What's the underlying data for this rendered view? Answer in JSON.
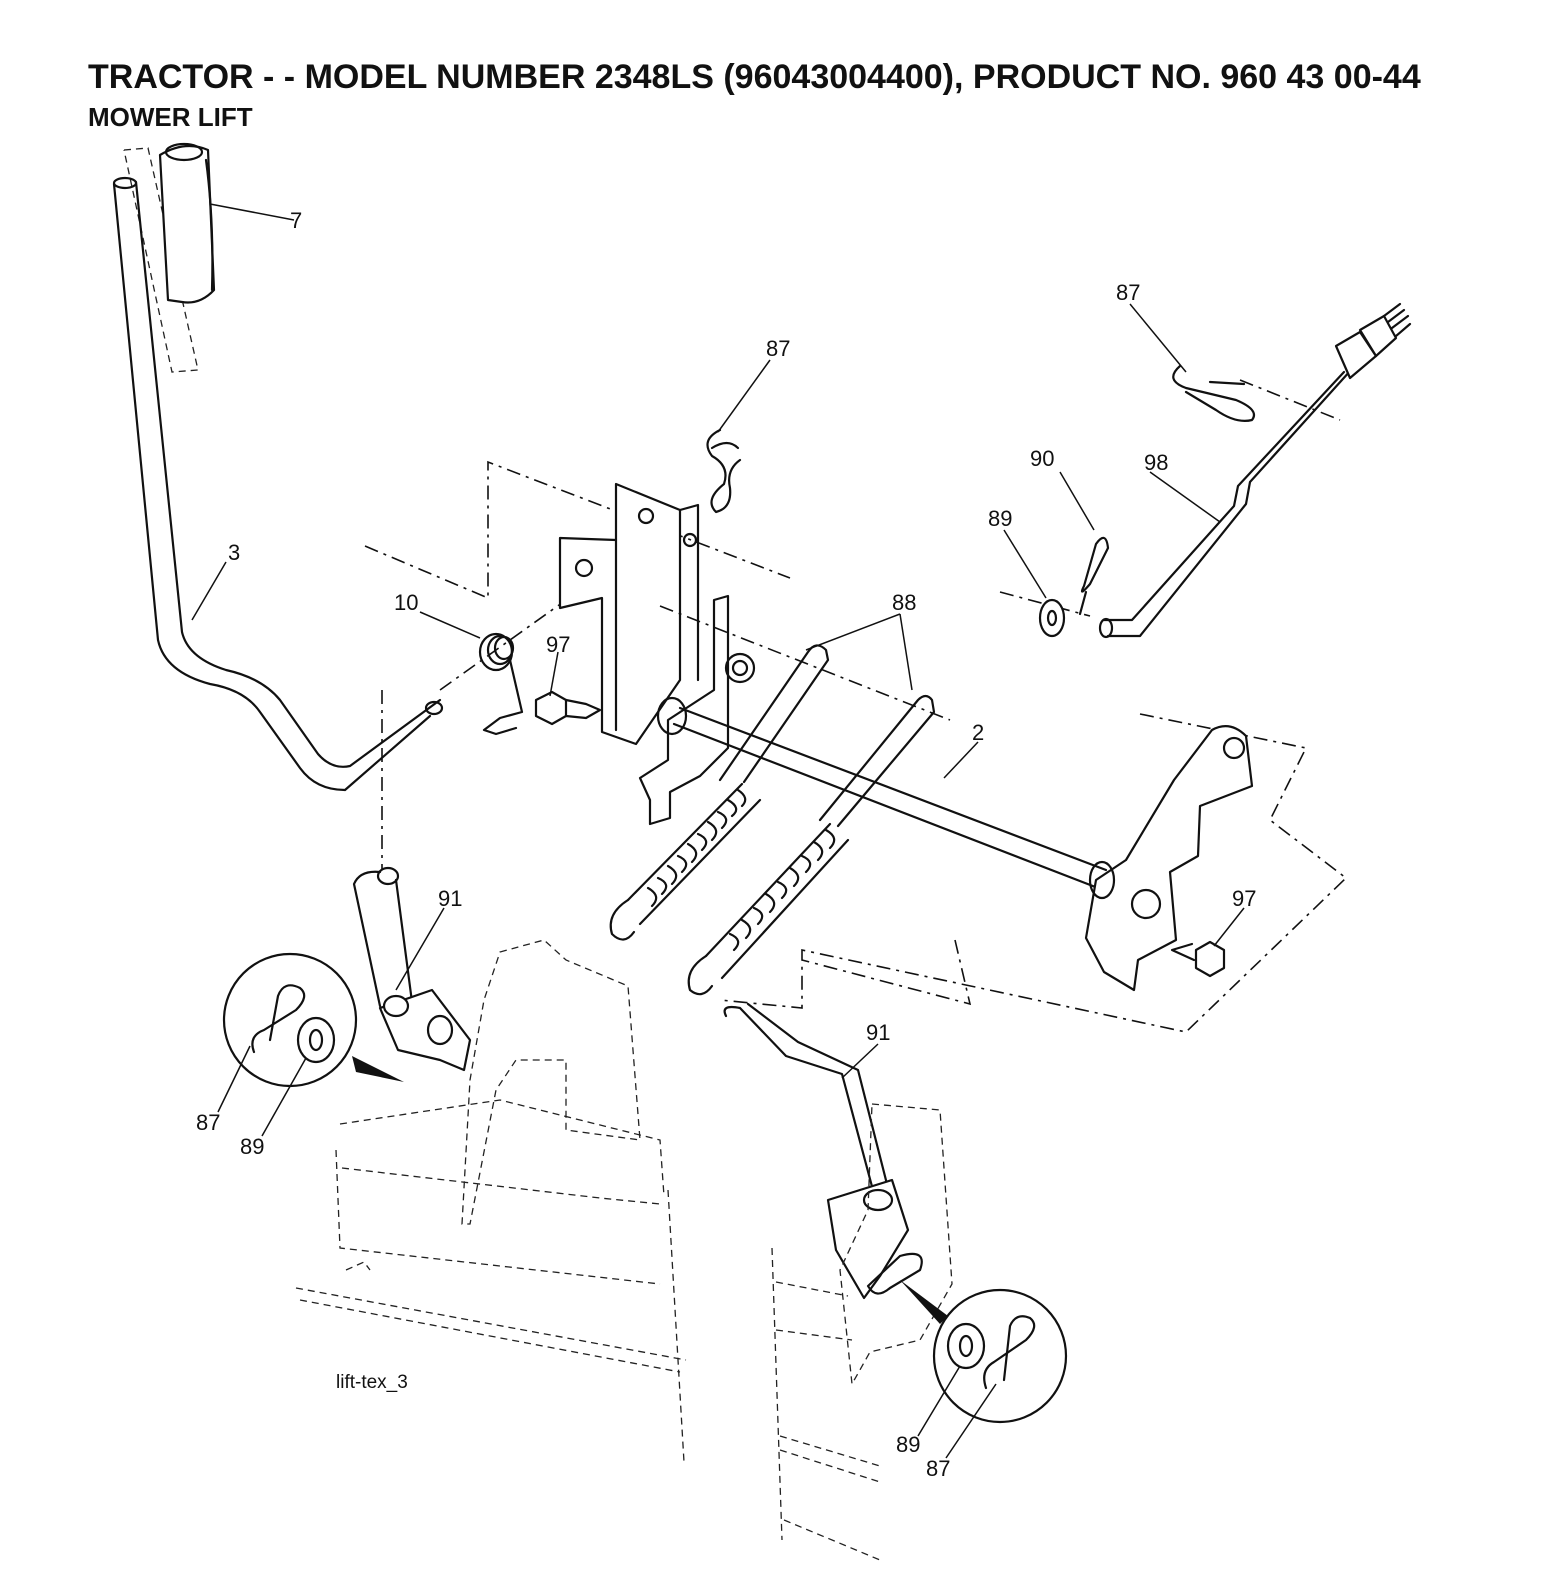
{
  "header": {
    "title": "TRACTOR - - MODEL NUMBER 2348LS (96043004400), PRODUCT NO. 960 43 00-44",
    "subtitle": "MOWER LIFT"
  },
  "callouts": {
    "c7": "7",
    "c3": "3",
    "c10": "10",
    "c97a": "97",
    "c87_top": "87",
    "c88": "88",
    "c2": "2",
    "c87_tr": "87",
    "c90": "90",
    "c98": "98",
    "c89_tr": "89",
    "c97b": "97",
    "c91_left": "91",
    "c91_right": "91",
    "c87_detail_left": "87",
    "c89_detail_left": "89",
    "c89_detail_right": "89",
    "c87_detail_right": "87"
  },
  "drawing_ref": "lift-tex_3"
}
